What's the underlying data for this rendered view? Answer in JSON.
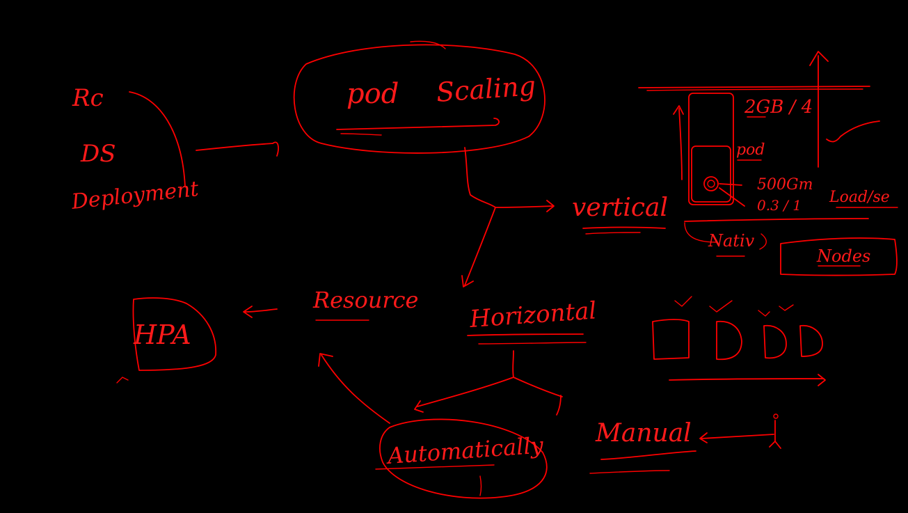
{
  "canvas": {
    "background": "#000000",
    "ink_color": "#ff0000"
  },
  "left_list": {
    "items": [
      "Rc",
      "DS",
      "Deployment"
    ]
  },
  "center": {
    "title_word1": "pod",
    "title_word2": "Scaling"
  },
  "branches": {
    "vertical": "vertical",
    "horizontal": "Horizontal"
  },
  "horizontal_sub": {
    "automatically": "Automatically",
    "manual": "Manual"
  },
  "resource_label": "Resource",
  "hpa_label": "HPA",
  "vertical_detail": {
    "ram_cpu": "2GB / 4",
    "pod_label": "pod",
    "limit_value": "500Gm",
    "limit_value2": "0.3 / 1",
    "load_label": "Load/se",
    "nativ_label": "Nativ",
    "nodes_label": "Nodes"
  },
  "icons": {
    "pods_row": "pod-boxes-icon",
    "person": "stick-figure-icon",
    "check": "checkmark-icon"
  }
}
